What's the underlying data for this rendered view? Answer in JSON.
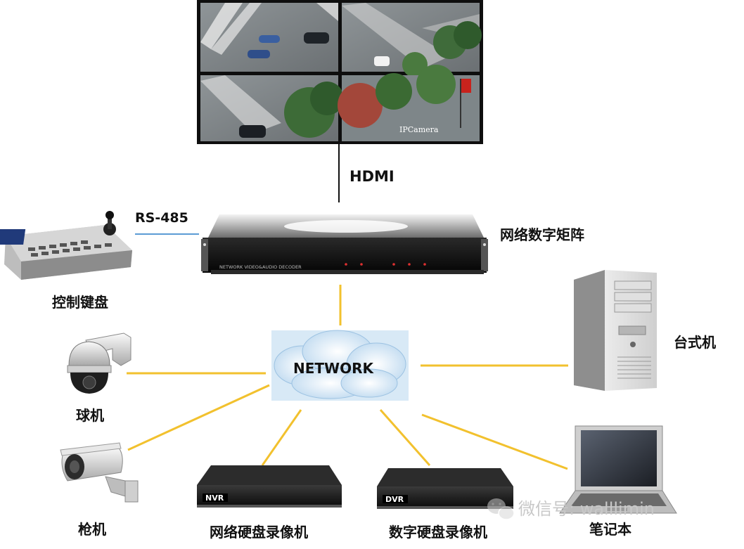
{
  "labels": {
    "hdmi": "HDMI",
    "rs485": "RS-485",
    "matrix": "网络数字矩阵",
    "keyboard": "控制键盘",
    "network": "NETWORK",
    "desktop": "台式机",
    "dome_camera": "球机",
    "bullet_camera": "枪机",
    "nvr": "网络硬盘录像机",
    "dvr": "数字硬盘录像机",
    "laptop": "笔记本"
  },
  "device_text": {
    "matrix_panel": "NETWORK VIDEO&AUDIO DECODER",
    "nvr_badge": "NVR",
    "dvr_badge": "DVR",
    "video_overlay": "IPCamera"
  },
  "watermark": "微信号: walllimin",
  "colors": {
    "link": "#f2c12e",
    "rs485_link": "#5b9bd5",
    "hdmi_link": "#111111",
    "network_blue": "#c9e0f2"
  },
  "icons": {
    "video_wall": "video-wall-icon",
    "matrix": "matrix-decoder-icon",
    "keyboard": "control-keyboard-icon",
    "cloud": "cloud-icon",
    "desktop": "desktop-pc-icon",
    "dome": "dome-camera-icon",
    "bullet": "bullet-camera-icon",
    "nvr": "nvr-recorder-icon",
    "dvr": "dvr-recorder-icon",
    "laptop": "laptop-icon",
    "wechat": "wechat-icon"
  }
}
